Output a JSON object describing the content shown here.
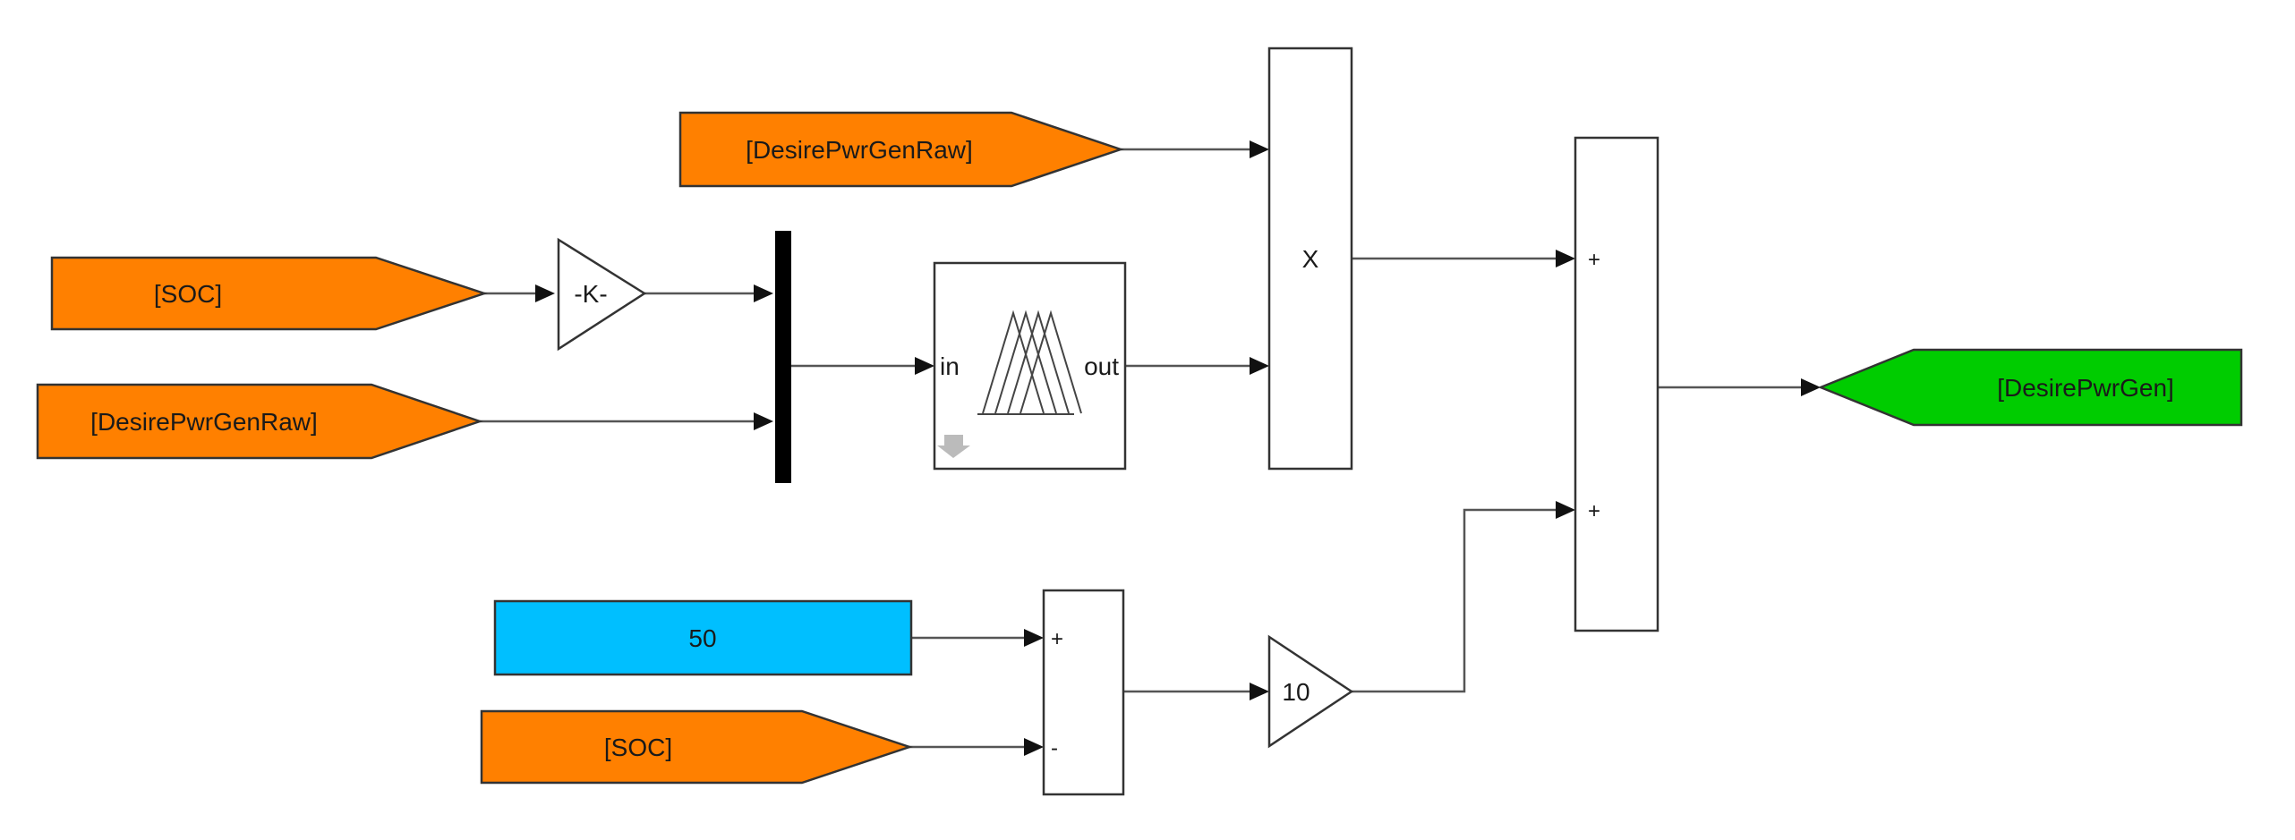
{
  "colors": {
    "goto_tag": "#ff8000",
    "from_tag_green": "#00cc00",
    "constant": "#00bfff",
    "block_fill": "#ffffff",
    "mux_bar": "#000000",
    "line": "#555555"
  },
  "blocks": {
    "from_desire_raw_top": {
      "label": "[DesirePwrGenRaw]",
      "type": "from-tag"
    },
    "from_soc_top": {
      "label": "[SOC]",
      "type": "from-tag"
    },
    "from_desire_raw_mid": {
      "label": "[DesirePwrGenRaw]",
      "type": "from-tag"
    },
    "gain_k": {
      "label": "-K-",
      "type": "gain"
    },
    "mux": {
      "type": "mux"
    },
    "fuzzy": {
      "in_label": "in",
      "out_label": "out",
      "icon": "fuzzy-membership-icon"
    },
    "product": {
      "label": "X",
      "type": "product"
    },
    "sum_main": {
      "sign_top": "+",
      "sign_bottom": "+"
    },
    "goto_desire_gen": {
      "label": "[DesirePwrGen]",
      "type": "goto-tag"
    },
    "const_50": {
      "label": "50",
      "type": "constant"
    },
    "from_soc_bottom": {
      "label": "[SOC]",
      "type": "from-tag"
    },
    "sum_small": {
      "sign_top": "+",
      "sign_bottom": "-"
    },
    "gain_10": {
      "label": "10",
      "type": "gain"
    }
  }
}
